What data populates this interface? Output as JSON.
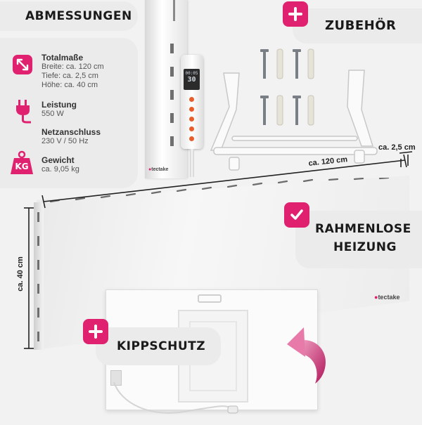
{
  "sections": {
    "dimensions_title": "ABMESSUNGEN",
    "accessories_title": "ZUBEHÖR",
    "frameless_line1": "RAHMENLOSE",
    "frameless_line2": "HEIZUNG",
    "tip_title": "KIPPSCHUTZ"
  },
  "specs": [
    {
      "icon": "resize-arrows-icon",
      "title": "Totalmaße",
      "lines": [
        "Breite: ca. 120 cm",
        "Tiefe: ca. 2,5 cm",
        "Höhe: ca. 40 cm"
      ]
    },
    {
      "icon": "power-plug-icon",
      "title": "Leistung",
      "lines": [
        "550 W"
      ]
    },
    {
      "icon": "",
      "title": "Netzanschluss",
      "lines": [
        "230 V / 50 Hz"
      ]
    },
    {
      "icon": "weight-kg-icon",
      "title": "Gewicht",
      "lines": [
        "ca. 9,05 kg"
      ],
      "badge": "KG"
    }
  ],
  "dimensions": {
    "depth": "ca. 2,5 cm",
    "width": "ca. 120 cm",
    "height": "ca. 40 cm"
  },
  "brand": "tectake",
  "thermostat": {
    "time": "00:05",
    "temperature": "30"
  },
  "colors": {
    "accent": "#e0216f",
    "panel": "#f4f4f4",
    "label_bg": "#ebebeb"
  }
}
